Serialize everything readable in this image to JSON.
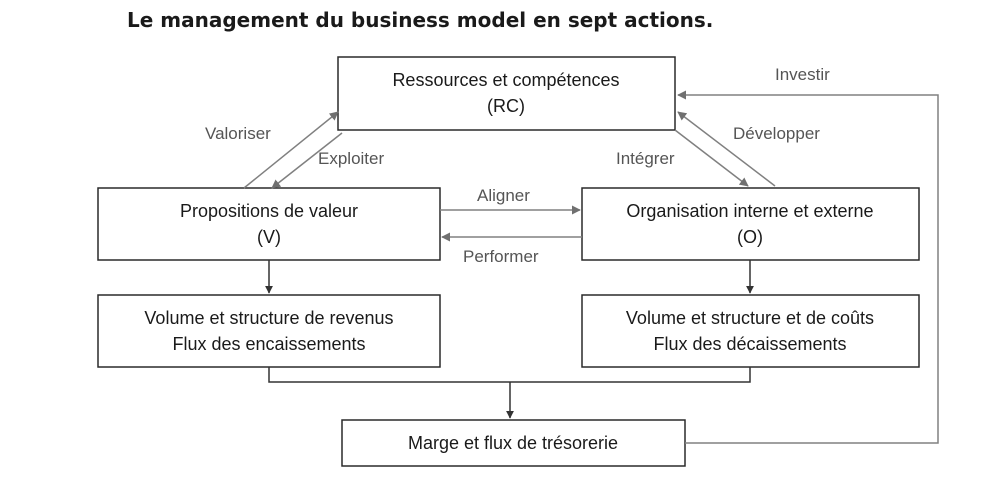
{
  "title": "Le management du business model en sept actions.",
  "nodes": {
    "rc": {
      "line1": "Ressources et compétences",
      "line2": "(RC)"
    },
    "v": {
      "line1": "Propositions de valeur",
      "line2": "(V)"
    },
    "o": {
      "line1": "Organisation interne et externe",
      "line2": "(O)"
    },
    "revenus": {
      "line1": "Volume et structure de revenus",
      "line2": "Flux des encaissements"
    },
    "couts": {
      "line1": "Volume et structure et de coûts",
      "line2": "Flux des décaissements"
    },
    "marge": {
      "line1": "Marge et flux de trésorerie"
    }
  },
  "edges": {
    "valoriser": "Valoriser",
    "exploiter": "Exploiter",
    "integrer": "Intégrer",
    "developper": "Développer",
    "aligner": "Aligner",
    "performer": "Performer",
    "investir": "Investir"
  },
  "colors": {
    "box_stroke": "#2a2a2a",
    "arrow_dark": "#333333",
    "arrow_gray": "#808080",
    "label_gray": "#555555"
  }
}
